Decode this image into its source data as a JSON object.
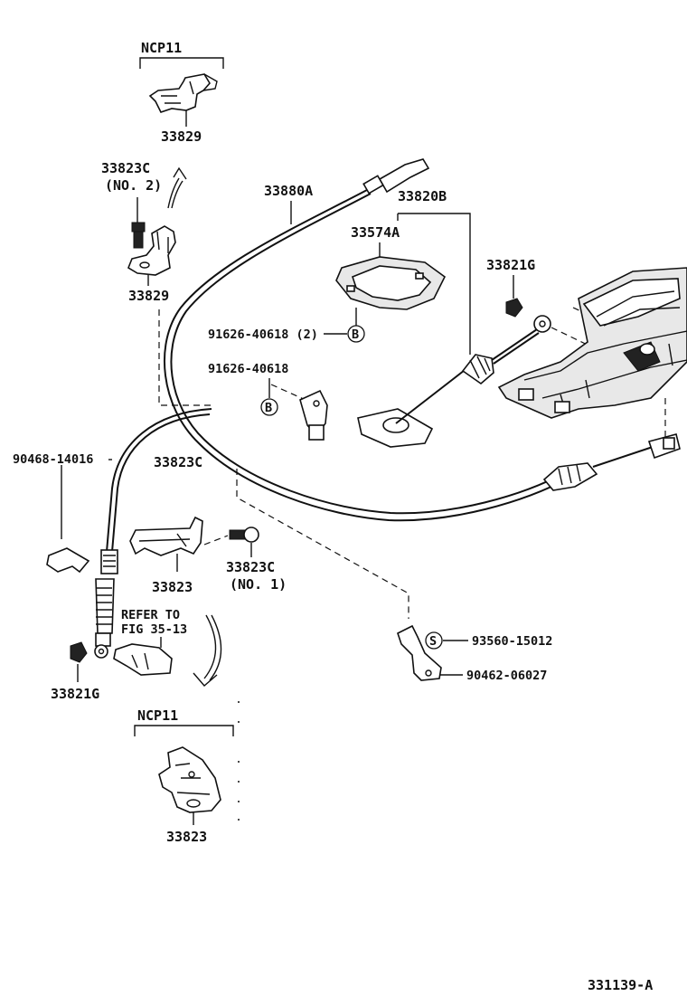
{
  "labels": {
    "ncp11_top": "NCP11",
    "p33829_top": "33829",
    "p33823c_no2": "33823C",
    "no2": "(NO. 2)",
    "p33829_mid": "33829",
    "p33880a": "33880A",
    "p33820b": "33820B",
    "p33574a": "33574A",
    "p33821g_right": "33821G",
    "clip_91626_2": "91626-40618 (2)",
    "clip_91626": "91626-40618",
    "p90468": "90468-14016",
    "p33823c": "33823C",
    "p33823": "33823",
    "p33823c_no1": "33823C",
    "no1": "(NO. 1)",
    "refer_to": "REFER TO",
    "fig_ref": "FIG 35-13",
    "p33821g_left": "33821G",
    "p93560": "93560-15012",
    "p90462": "90462-06027",
    "ncp11_bottom": "NCP11",
    "p33823_bottom": "33823",
    "diagram_id": "331139-A"
  },
  "callouts": {
    "b1": "B",
    "b2": "B",
    "s1": "S"
  }
}
